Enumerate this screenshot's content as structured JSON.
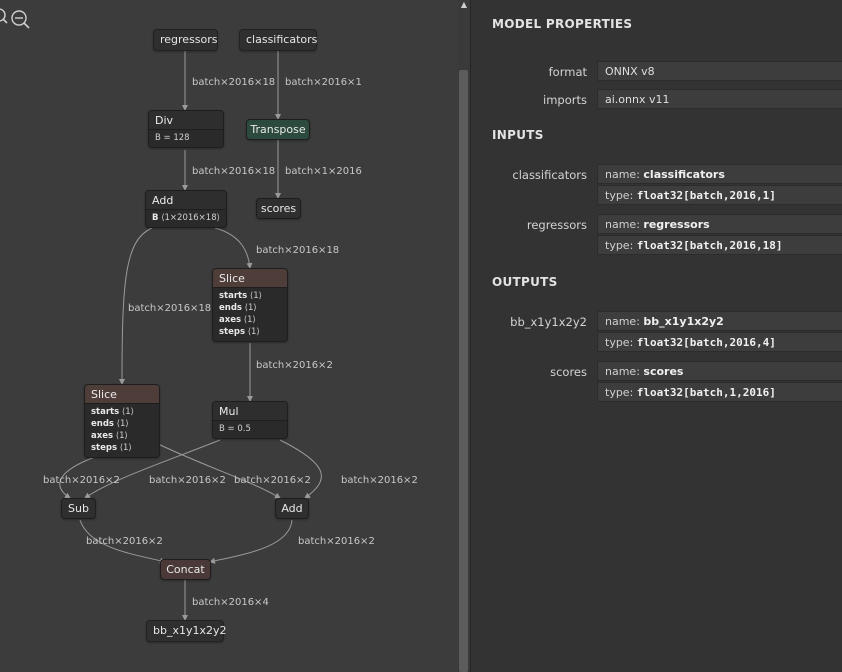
{
  "graph": {
    "nodes": {
      "regressors": "regressors",
      "classificators": "classificators",
      "div": {
        "title": "Div",
        "attr": "B = 128"
      },
      "transpose": "Transpose",
      "add_top": {
        "title": "Add",
        "attr_key": "B",
        "attr_val": "⟨1×2016×18⟩"
      },
      "scores": "scores",
      "slice_right": {
        "title": "Slice",
        "attrs": [
          {
            "k": "starts",
            "v": "⟨1⟩"
          },
          {
            "k": "ends",
            "v": "⟨1⟩"
          },
          {
            "k": "axes",
            "v": "⟨1⟩"
          },
          {
            "k": "steps",
            "v": "⟨1⟩"
          }
        ]
      },
      "slice_left": {
        "title": "Slice",
        "attrs": [
          {
            "k": "starts",
            "v": "⟨1⟩"
          },
          {
            "k": "ends",
            "v": "⟨1⟩"
          },
          {
            "k": "axes",
            "v": "⟨1⟩"
          },
          {
            "k": "steps",
            "v": "⟨1⟩"
          }
        ]
      },
      "mul": {
        "title": "Mul",
        "attr": "B = 0.5"
      },
      "sub": "Sub",
      "add_bottom": "Add",
      "concat": "Concat",
      "output": "bb_x1y1x2y2"
    },
    "edge_labels": {
      "reg_div": "batch×2016×18",
      "cls_transpose": "batch×2016×1",
      "div_add": "batch×2016×18",
      "transpose_scores": "batch×1×2016",
      "add_slice_right": "batch×2016×18",
      "add_slice_left": "batch×2016×18",
      "slice_mul": "batch×2016×2",
      "sl_sub": "batch×2016×2",
      "mul_sub": "batch×2016×2",
      "sl_add": "batch×2016×2",
      "mul_add": "batch×2016×2",
      "sub_concat": "batch×2016×2",
      "add_concat": "batch×2016×2",
      "concat_out": "batch×2016×4"
    }
  },
  "properties": {
    "model_title": "MODEL PROPERTIES",
    "format_label": "format",
    "format_value": "ONNX v8",
    "imports_label": "imports",
    "imports_value": "ai.onnx v11",
    "inputs_title": "INPUTS",
    "outputs_title": "OUTPUTS",
    "name_key": "name:",
    "type_key": "type:",
    "inputs": [
      {
        "label": "classificators",
        "name": "classificators",
        "type": "float32[batch,2016,1]"
      },
      {
        "label": "regressors",
        "name": "regressors",
        "type": "float32[batch,2016,18]"
      }
    ],
    "outputs": [
      {
        "label": "bb_x1y1x2y2",
        "name": "bb_x1y1x2y2",
        "type": "float32[batch,2016,4]"
      },
      {
        "label": "scores",
        "name": "scores",
        "type": "float32[batch,1,2016]"
      }
    ]
  },
  "icons": {
    "zoom_in": "zoom-in-icon",
    "zoom_out": "zoom-out-icon",
    "scroll_up": "scroll-up-arrow-icon"
  },
  "colors": {
    "graph_bg": "#3c3c3c",
    "panel_bg": "#333333",
    "transpose_head": "#2c4a3d",
    "slice_head": "#4e3d39",
    "concat_head": "#4a3936"
  }
}
